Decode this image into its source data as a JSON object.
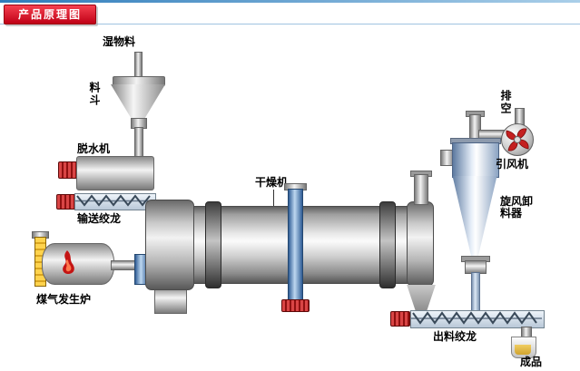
{
  "page": {
    "title": "产品原理图"
  },
  "diagram": {
    "labels": {
      "wet_material": "湿物料",
      "hopper": "料斗",
      "dewatering_machine": "脱水机",
      "feed_screw": "输送绞龙",
      "gas_generator": "煤气发生炉",
      "dryer": "干燥机",
      "exhaust": "排空",
      "induced_draft_fan": "引风机",
      "cyclone_discharger": "旋风卸料器",
      "discharge_screw": "出料绞龙",
      "finished_product": "成品"
    },
    "colors": {
      "header_red": "#d0001a",
      "top_bar_blue": "#2e7cbb",
      "metal_gray": "#bdbdbd",
      "support_blue": "#2f5d96",
      "cyclone_blue": "#8ba3c2",
      "motor_red": "#c42020",
      "flame_red": "#c41414",
      "stack_yellow": "#ffd34d",
      "product_yellow": "#e3b946"
    }
  }
}
